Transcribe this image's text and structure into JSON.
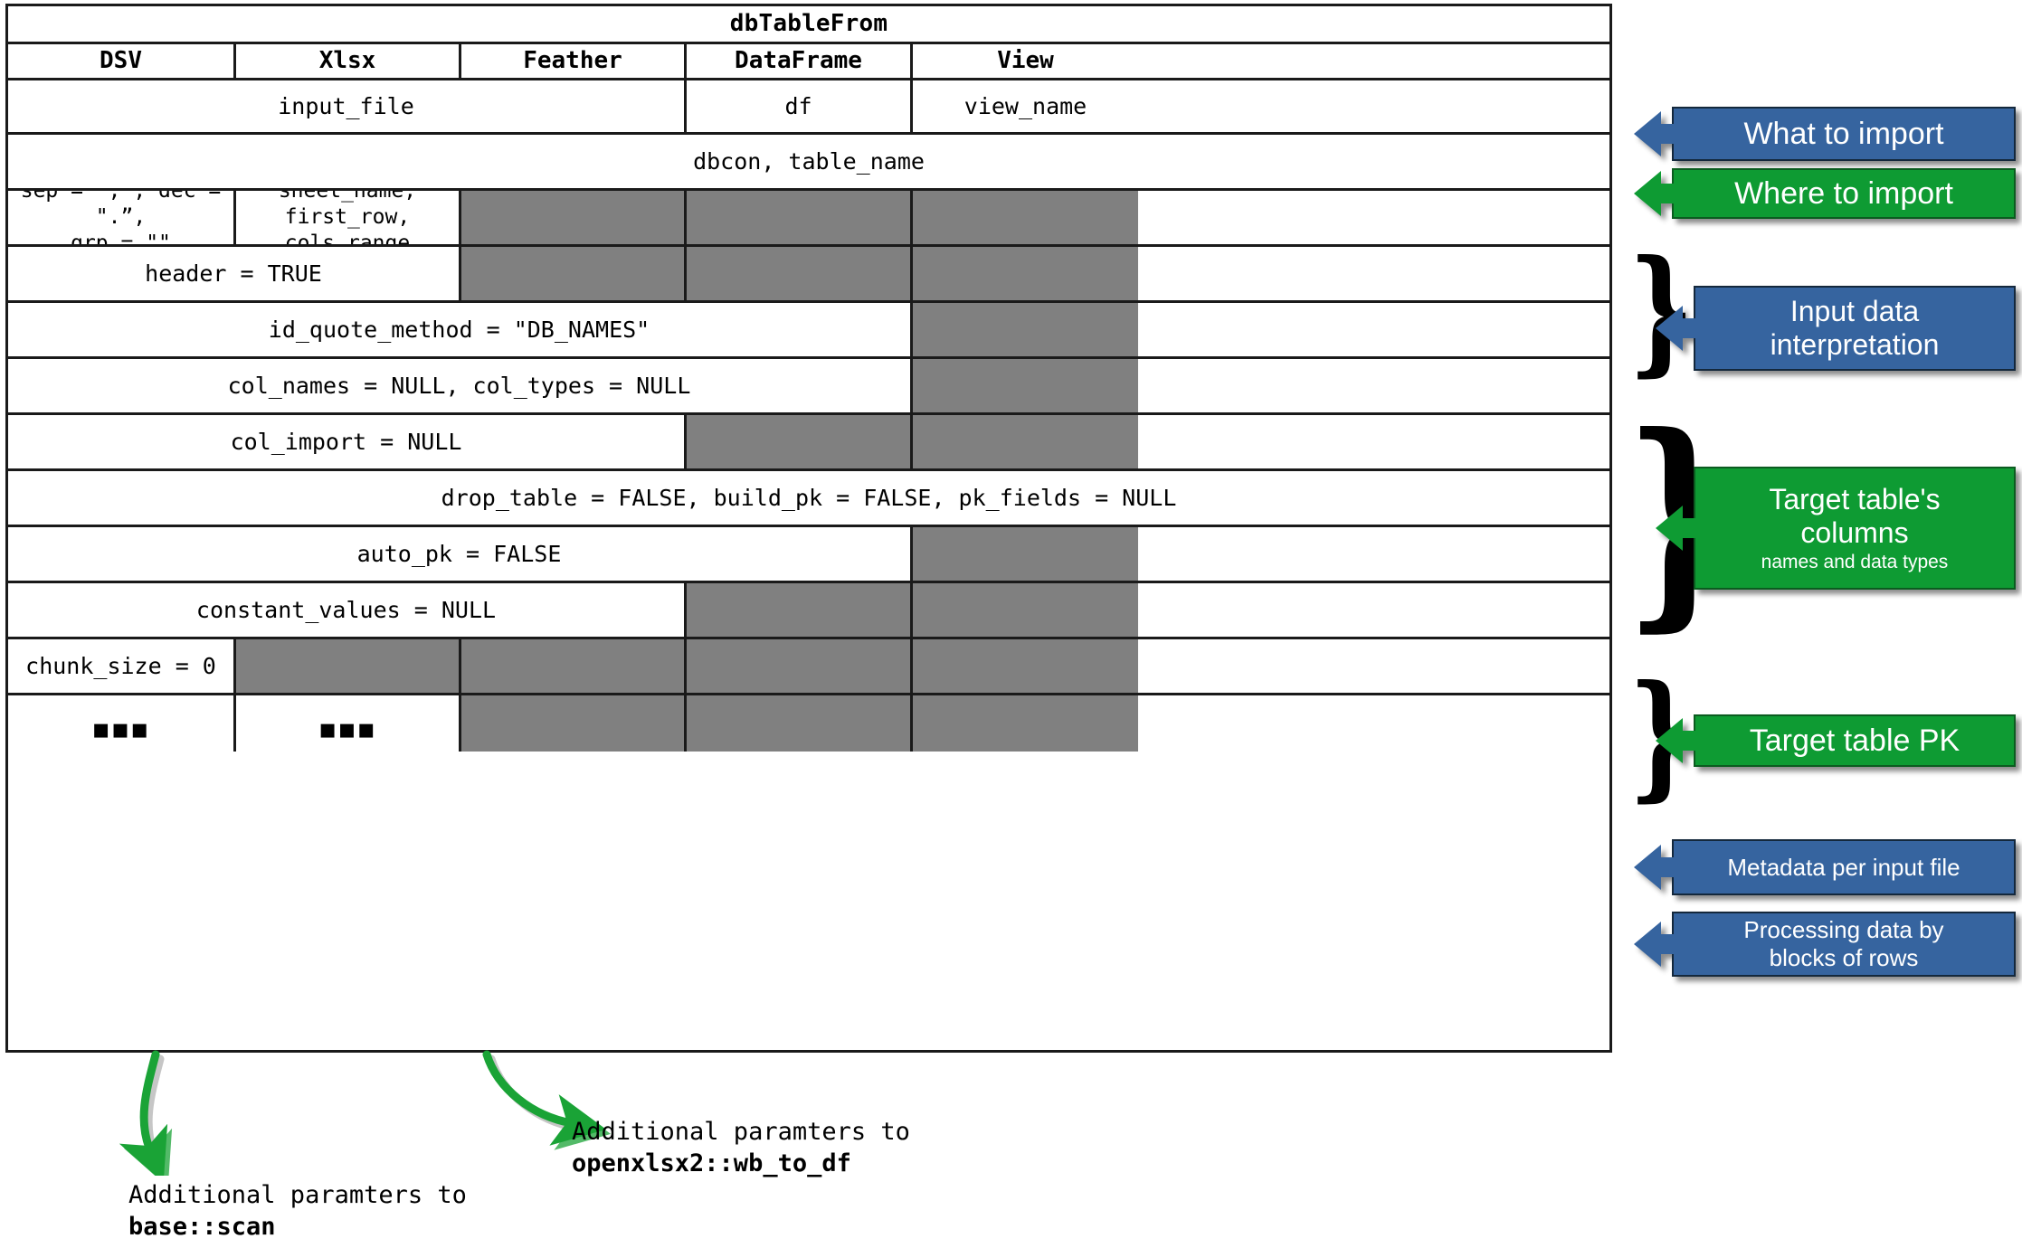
{
  "table": {
    "title": "dbTableFrom",
    "columns": [
      "DSV",
      "Xlsx",
      "Feather",
      "DataFrame",
      "View"
    ],
    "rows": [
      {
        "id": "input",
        "cells": [
          {
            "text": "input_file",
            "span": "123",
            "grey": false
          },
          {
            "text": "df",
            "span": "4",
            "grey": false
          },
          {
            "text": "view_name",
            "span": "5",
            "grey": false
          }
        ]
      },
      {
        "id": "dbcon",
        "cells": [
          {
            "text": "dbcon, table_name",
            "span": "12345",
            "grey": false
          }
        ]
      },
      {
        "id": "sep",
        "cells": [
          {
            "text": "sep = \",”, dec = \".”,\ngrp = \"\"",
            "span": "1",
            "grey": false
          },
          {
            "text": "sheet_name, first_row,\ncols_range",
            "span": "2",
            "grey": false
          },
          {
            "text": "",
            "span": "3",
            "grey": true
          },
          {
            "text": "",
            "span": "4",
            "grey": true
          },
          {
            "text": "",
            "span": "5",
            "grey": true
          }
        ]
      },
      {
        "id": "header",
        "cells": [
          {
            "text": "header = TRUE",
            "span": "12",
            "grey": false
          },
          {
            "text": "",
            "span": "3",
            "grey": true
          },
          {
            "text": "",
            "span": "4",
            "grey": true
          },
          {
            "text": "",
            "span": "5",
            "grey": true
          }
        ]
      },
      {
        "id": "quote",
        "cells": [
          {
            "text": "id_quote_method = \"DB_NAMES\"",
            "span": "1234",
            "grey": false
          },
          {
            "text": "",
            "span": "5",
            "grey": true
          }
        ]
      },
      {
        "id": "colnames",
        "cells": [
          {
            "text": "col_names = NULL, col_types = NULL",
            "span": "1234",
            "grey": false
          },
          {
            "text": "",
            "span": "5",
            "grey": true
          }
        ]
      },
      {
        "id": "colimport",
        "cells": [
          {
            "text": "col_import = NULL",
            "span": "123",
            "grey": false
          },
          {
            "text": "",
            "span": "4",
            "grey": true
          },
          {
            "text": "",
            "span": "5",
            "grey": true
          }
        ]
      },
      {
        "id": "drop",
        "cells": [
          {
            "text": "drop_table = FALSE, build_pk = FALSE, pk_fields = NULL",
            "span": "12345",
            "grey": false
          }
        ]
      },
      {
        "id": "autopk",
        "cells": [
          {
            "text": "auto_pk = FALSE",
            "span": "1234",
            "grey": false
          },
          {
            "text": "",
            "span": "5",
            "grey": true
          }
        ]
      },
      {
        "id": "const",
        "cells": [
          {
            "text": "constant_values = NULL",
            "span": "123",
            "grey": false
          },
          {
            "text": "",
            "span": "4",
            "grey": true
          },
          {
            "text": "",
            "span": "5",
            "grey": true
          }
        ]
      },
      {
        "id": "chunk",
        "cells": [
          {
            "text": "chunk_size = 0",
            "span": "1",
            "grey": false
          },
          {
            "text": "",
            "span": "2",
            "grey": true
          },
          {
            "text": "",
            "span": "3",
            "grey": true
          },
          {
            "text": "",
            "span": "4",
            "grey": true
          },
          {
            "text": "",
            "span": "5",
            "grey": true
          }
        ]
      },
      {
        "id": "dots",
        "cells": [
          {
            "text": "▪▪▪",
            "span": "1",
            "grey": false,
            "dots": true
          },
          {
            "text": "▪▪▪",
            "span": "2",
            "grey": false,
            "dots": true
          },
          {
            "text": "",
            "span": "3",
            "grey": true
          },
          {
            "text": "",
            "span": "4",
            "grey": true
          },
          {
            "text": "",
            "span": "5",
            "grey": true
          }
        ]
      }
    ]
  },
  "callouts": [
    {
      "id": "what-to-import",
      "label": "What to import",
      "sub": "",
      "color": "blue"
    },
    {
      "id": "where-to-import",
      "label": "Where to import",
      "sub": "",
      "color": "green"
    },
    {
      "id": "input-data",
      "label": "Input data\ninterpretation",
      "sub": "",
      "color": "blue"
    },
    {
      "id": "target-columns",
      "label": "Target table's\ncolumns",
      "sub": "names and data types",
      "color": "green"
    },
    {
      "id": "target-pk",
      "label": "Target table PK",
      "sub": "",
      "color": "green"
    },
    {
      "id": "metadata",
      "label": "Metadata per input file",
      "sub": "",
      "color": "blue"
    },
    {
      "id": "processing",
      "label": "Processing data by\nblocks of rows",
      "sub": "",
      "color": "blue"
    }
  ],
  "notes": [
    {
      "id": "scan-note",
      "line1": "Additional paramters to",
      "line2": "base::scan"
    },
    {
      "id": "xlsx-note",
      "line1": "Additional paramters to",
      "line2": "openxlsx2::wb_to_df"
    }
  ],
  "colors": {
    "blue": "#36649f",
    "green": "#0e9b33",
    "grey": "#808080",
    "arrow_green": "#1aa336",
    "border": "#1a1a1a"
  }
}
